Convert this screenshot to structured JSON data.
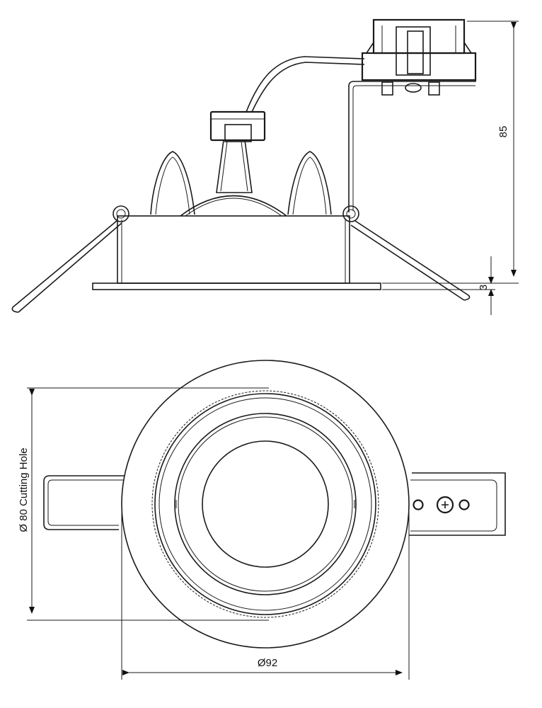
{
  "side_view": {
    "height_dimension": "85",
    "flange_dimension": "3"
  },
  "top_view": {
    "cutting_hole_dimension": "Ø 80  Cutting Hole",
    "outer_diameter_dimension": "Ø92"
  }
}
